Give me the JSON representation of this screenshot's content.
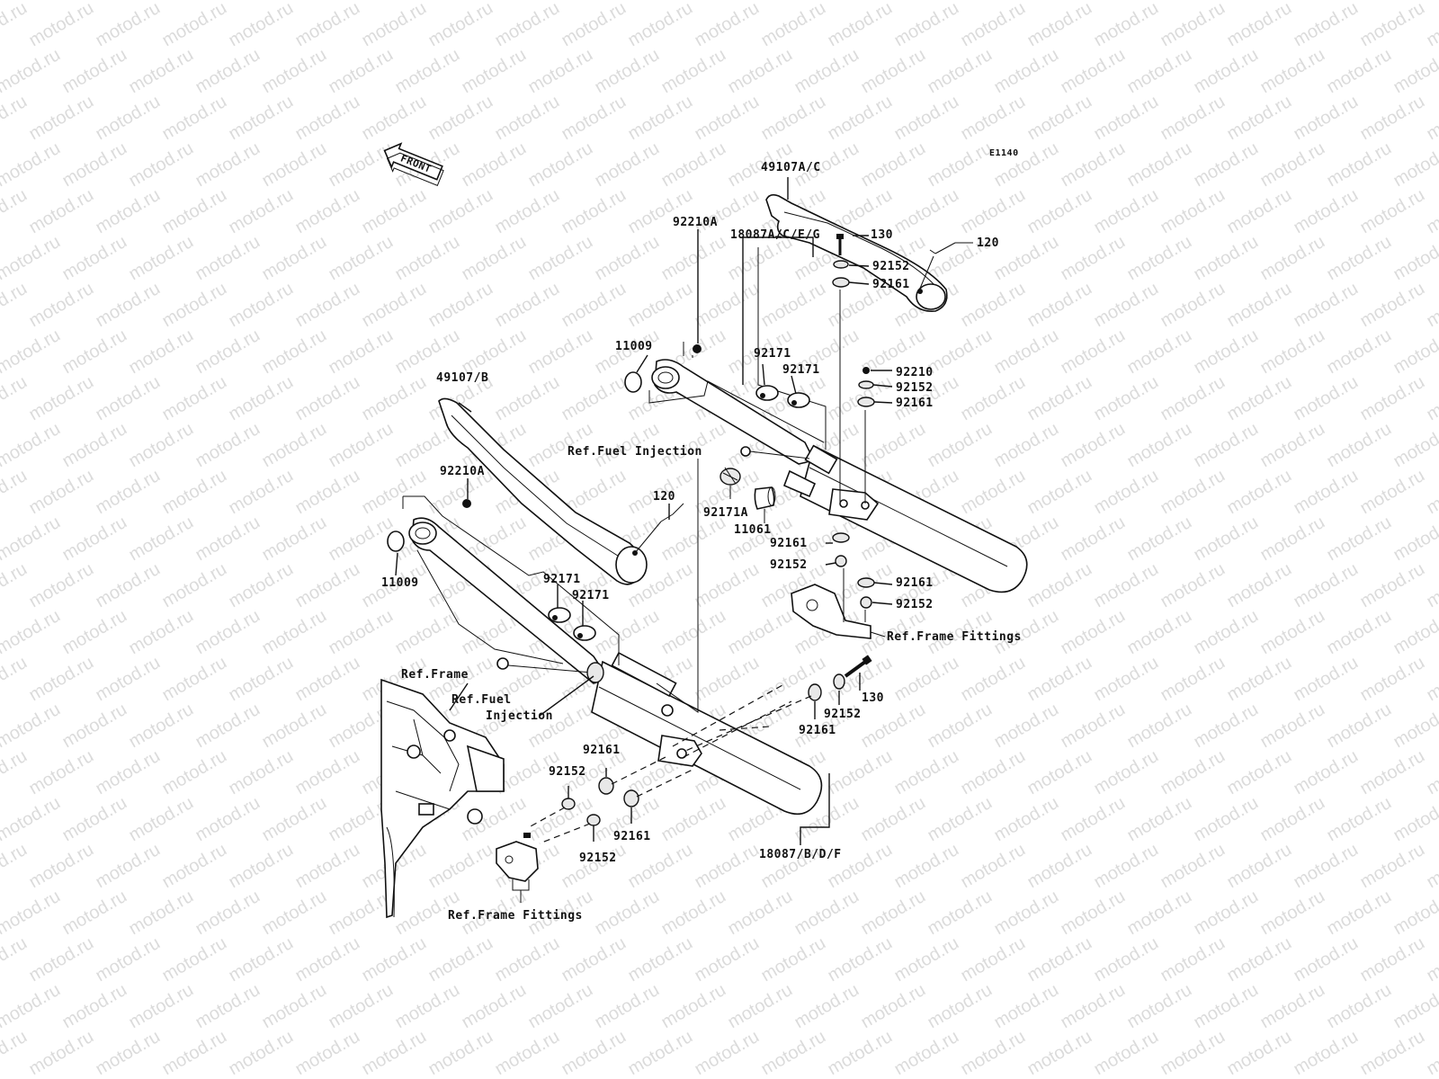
{
  "diagram": {
    "code": "E1140",
    "front_label": "FRONT",
    "watermark": "motod.ru",
    "colors": {
      "line": "#111111",
      "watermark": "#9a9a9a",
      "background": "#ffffff"
    },
    "labels": {
      "p49107AC": "49107A/C",
      "p120_top": "120",
      "p92210A_top": "92210A",
      "p18087ACEG": "18087A/C/E/G",
      "p130_top": "130",
      "p92152_a": "92152",
      "p92161_a": "92161",
      "p92210": "92210",
      "p92152_b": "92152",
      "p92161_b": "92161",
      "p11009_top": "11009",
      "p92171_a": "92171",
      "p92171_b": "92171",
      "p49107B": "49107/B",
      "ref_fuel_top": "Ref.Fuel Injection",
      "p92210A_left": "92210A",
      "p92171A": "92171A",
      "p11061": "11061",
      "p120_mid": "120",
      "p92161_c": "92161",
      "p92152_c": "92152",
      "p92161_d": "92161",
      "p92152_d": "92152",
      "ref_frame_fittings_right": "Ref.Frame Fittings",
      "p11009_left": "11009",
      "p92171_c": "92171",
      "p92171_d": "92171",
      "p130_low": "130",
      "p92152_e": "92152",
      "p92161_e": "92161",
      "ref_frame": "Ref.Frame",
      "ref_fuel_low_1": "Ref.Fuel",
      "ref_fuel_low_2": "Injection",
      "p92161_f": "92161",
      "p92152_f": "92152",
      "p92161_g": "92161",
      "p92152_g": "92152",
      "p18087BDF": "18087/B/D/F",
      "ref_frame_fittings_bottom": "Ref.Frame Fittings"
    }
  }
}
